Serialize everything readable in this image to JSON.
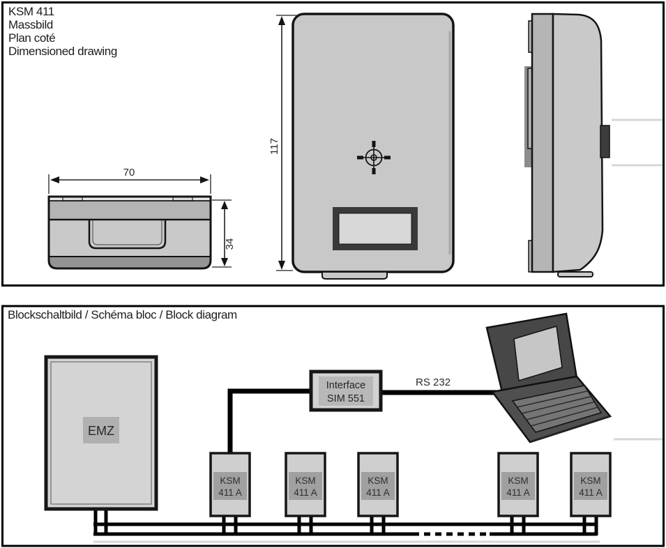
{
  "top_panel": {
    "title_lines": [
      "KSM 411",
      "Massbild",
      "Plan coté",
      "Dimensioned drawing"
    ],
    "dim_width": "70",
    "dim_depth": "34",
    "dim_height": "117"
  },
  "bottom_panel": {
    "heading": "Blockschaltbild / Schéma bloc / Block diagram",
    "emz_label": "EMZ",
    "interface_label_line1": "Interface",
    "interface_label_line2": "SIM 551",
    "rs232_label": "RS 232",
    "ksm_boxes": [
      {
        "l1": "KSM",
        "l2": "411 A"
      },
      {
        "l1": "KSM",
        "l2": "411 A"
      },
      {
        "l1": "KSM",
        "l2": "411 A"
      },
      {
        "l1": "KSM",
        "l2": "411 A"
      },
      {
        "l1": "KSM",
        "l2": "411 A"
      }
    ]
  },
  "colors": {
    "line": "#141414",
    "body_fill": "#c9c9c9",
    "band_fill": "#b4b4b4",
    "dark_fill": "#3a3a3a"
  }
}
